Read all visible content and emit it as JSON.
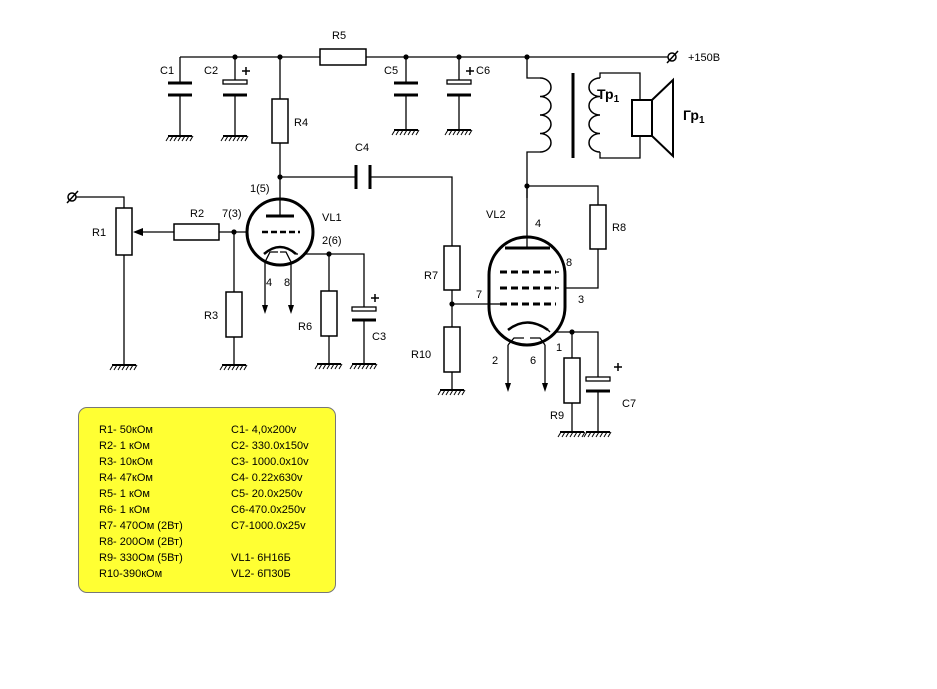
{
  "supply_label": "+150В",
  "components": {
    "R1": "R1",
    "R2": "R2",
    "R3": "R3",
    "R4": "R4",
    "R5": "R5",
    "R6": "R6",
    "R7": "R7",
    "R8": "R8",
    "R9": "R9",
    "R10": "R10",
    "C1": "C1",
    "C2": "C2",
    "C3": "C3",
    "C4": "C4",
    "C5": "C5",
    "C6": "C6",
    "C7": "C7",
    "VL1": "VL1",
    "VL2": "VL2",
    "TR1_main": "Тр",
    "TR1_sub": "1",
    "GR1_main": "Гр",
    "GR1_sub": "1"
  },
  "pins": {
    "vl1_anode": "1(5)",
    "vl1_grid": "7(3)",
    "vl1_cathode": "2(6)",
    "vl1_heater_a": "4",
    "vl1_heater_b": "8",
    "vl2_anode": "4",
    "vl2_g1": "7",
    "vl2_g2": "8",
    "vl2_g3": "3",
    "vl2_k": "1",
    "vl2_h1": "2",
    "vl2_h2": "6"
  },
  "legend": {
    "resistors": [
      "R1- 50кОм",
      "R2- 1 кОм",
      "R3- 10кОм",
      "R4- 47кОм",
      "R5- 1 кОм",
      "R6- 1 кОм",
      "R7- 470Ом (2Вт)",
      "R8- 200Ом (2Вт)",
      "R9- 330Ом (5Вт)",
      "R10-390кОм"
    ],
    "capacitors": [
      "C1- 4,0x200v",
      "C2- 330.0x150v",
      "C3- 1000.0x10v",
      "C4- 0.22x630v",
      "C5- 20.0x250v",
      "C6-470.0x250v",
      "C7-1000.0x25v"
    ],
    "tubes": [
      "VL1- 6Н16Б",
      "VL2- 6П30Б"
    ]
  }
}
